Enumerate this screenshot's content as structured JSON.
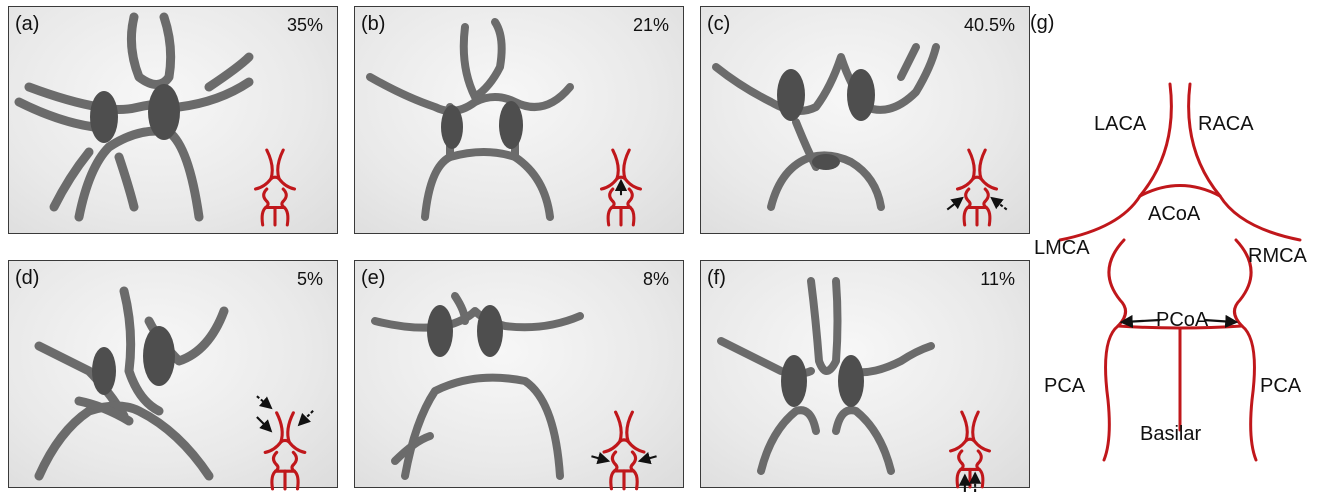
{
  "panels": [
    {
      "letter": "(a)",
      "percent": "35%"
    },
    {
      "letter": "(b)",
      "percent": "21%"
    },
    {
      "letter": "(c)",
      "percent": "40.5%"
    },
    {
      "letter": "(d)",
      "percent": "5%"
    },
    {
      "letter": "(e)",
      "percent": "8%"
    },
    {
      "letter": "(f)",
      "percent": "11%"
    }
  ],
  "diagram": {
    "letter": "(g)",
    "labels": {
      "laca": "LACA",
      "raca": "RACA",
      "acoa": "ACoA",
      "lmca": "LMCA",
      "rmca": "RMCA",
      "pcoa": "PCoA",
      "lpca": "PCA",
      "rpca": "PCA",
      "basilar": "Basilar"
    }
  },
  "colors": {
    "vessel_red": "#c0171b",
    "tissue_gray": "#6b6b6b",
    "arrow": "#111111"
  }
}
